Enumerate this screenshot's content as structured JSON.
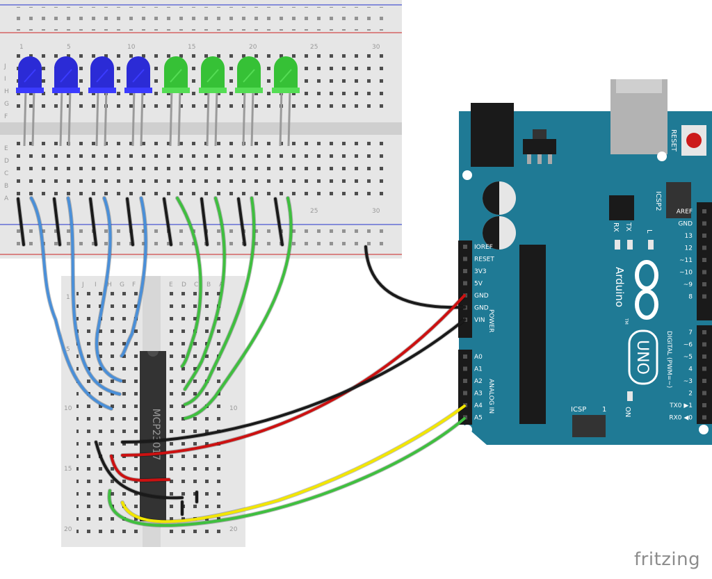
{
  "breadboard_main": {
    "col_labels": [
      "1",
      "5",
      "10",
      "15",
      "20",
      "25",
      "30"
    ],
    "row_labels_top": [
      "J",
      "I",
      "H",
      "G",
      "F"
    ],
    "row_labels_bottom": [
      "E",
      "D",
      "C",
      "B",
      "A"
    ]
  },
  "breadboard_small": {
    "row_labels": [
      "J",
      "I",
      "H",
      "G",
      "F",
      "E",
      "D",
      "C",
      "B",
      "A"
    ],
    "col_labels": [
      "1",
      "5",
      "10",
      "15",
      "20"
    ]
  },
  "chip": {
    "label": "MCP23017"
  },
  "leds": [
    {
      "color": "blue"
    },
    {
      "color": "blue"
    },
    {
      "color": "blue"
    },
    {
      "color": "blue"
    },
    {
      "color": "green"
    },
    {
      "color": "green"
    },
    {
      "color": "green"
    },
    {
      "color": "green"
    }
  ],
  "arduino": {
    "name": "Arduino",
    "model": "UNO",
    "tm": "TM",
    "reset_label": "RESET",
    "icsp2_label": "ICSP2",
    "icsp_label": "ICSP",
    "icsp_pin1": "1",
    "tx_label": "TX",
    "rx_label": "RX",
    "l_label": "L",
    "on_label": "ON",
    "power_header_label": "POWER",
    "analog_header_label": "ANALOG IN",
    "digital_header_label": "DIGITAL (PWM=~)",
    "power_pins": [
      "IOREF",
      "RESET",
      "3V3",
      "5V",
      "GND",
      "GND",
      "VIN"
    ],
    "analog_pins": [
      "A0",
      "A1",
      "A2",
      "A3",
      "A4",
      "A5"
    ],
    "digital_pins_top": [
      "AREF",
      "GND",
      "13",
      "12",
      "~11",
      "~10",
      "~9",
      "8"
    ],
    "digital_pins_bottom": [
      "7",
      "~6",
      "~5",
      "4",
      "~3",
      "2",
      "TX0 ▶1",
      "RX0 ◀0"
    ]
  },
  "wire_colors": {
    "blue": "#4a8fd8",
    "green": "#3fbf3f",
    "red": "#cc1111",
    "black": "#1a1a1a",
    "yellow": "#f2e600"
  },
  "brand": {
    "text": "fritzing"
  }
}
